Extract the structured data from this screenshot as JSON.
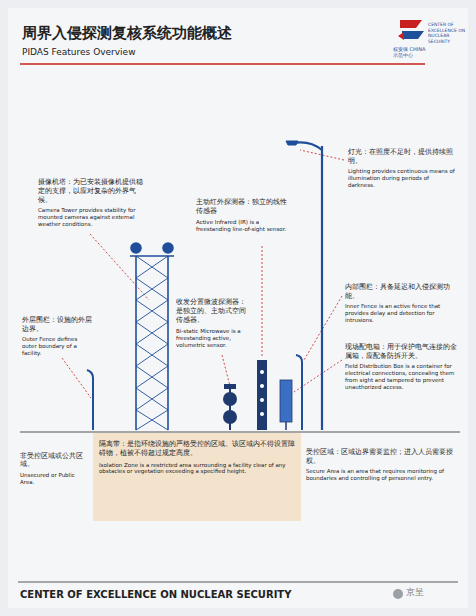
{
  "diagram": {
    "title": "周界入侵探测复核系统功能概述",
    "nodes": [
      {
        "text": [
          "隔离带：是指环绕设施的严格受控的区域。该区域内不得设置障碍物，植被不得超过规定高度。",
          "Isolation Zone is a restricted area surrounding a facility clear of any obstacles or vegetation exceeding a specified height."
        ]
      }
    ],
    "labels": [
      "PIDAS Features Overview",
      "核安保 CHINA 示范中心",
      "CENTER OF EXCELLENCE ON NUCLEAR SECURITY",
      "摄像机塔：为已安装摄像机提供稳定的支撑，以应对复杂的外界气候。",
      "Camera Tower provides stability for mounted cameras against external weather conditions.",
      "主动红外探测器：独立的线性传感器",
      "Active Infrared (IR) is a freestanding line-of-sight sensor.",
      "灯光：在照度不足时，提供持续照明。",
      "Lighting provides continuous means of illumination during periods of darkness.",
      "外层围栏：设施的外层边界。",
      "Outer Fence defines outer boundary of a facility.",
      "收发分置微波探测器：是独立的、主动式空间传感器。",
      "Bi-static Microwave is a freestanding active, volumetric sensor.",
      "内部围栏：具备延迟和入侵探测功能。",
      "Inner Fence is an active fence that provides delay and detection for intrusions.",
      "现场配电箱：用于保护电气连接的金属箱，应配备防拆开关。",
      "Field Distribution Box is a container for electrical connections, concealing them from sight and tampered to prevent unauthorized access.",
      "非受控区域或公共区域。",
      "Unsecured or Public Area.",
      "受控区域：区域边界需要监控；进入人员需要授权。",
      "Secure Area is an area that requires monitoring of boundaries and controlling of personnel entry.",
      "CENTER OF EXCELLENCE ON NUCLEAR SECURITY",
      "京呈"
    ]
  }
}
